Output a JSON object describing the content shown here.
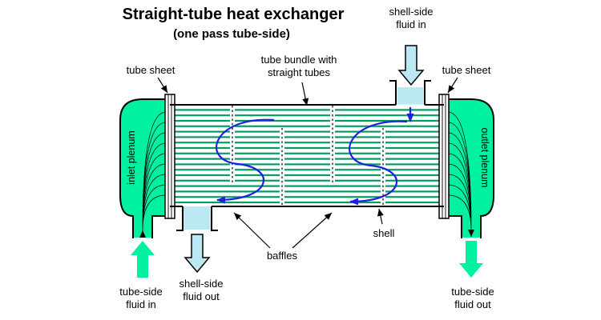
{
  "title": {
    "main": "Straight-tube heat exchanger",
    "sub": "(one pass tube-side)"
  },
  "labels": {
    "shell_side_in": {
      "line1": "shell-side",
      "line2": "fluid in"
    },
    "tube_sheet_left": "tube sheet",
    "tube_sheet_right": "tube sheet",
    "tube_bundle": {
      "line1": "tube bundle with",
      "line2": "straight tubes"
    },
    "shell": "shell",
    "baffles": "baffles",
    "shell_side_out": {
      "line1": "shell-side",
      "line2": "fluid out"
    },
    "tube_side_in": {
      "line1": "tube-side",
      "line2": "fluid in"
    },
    "tube_side_out": {
      "line1": "tube-side",
      "line2": "fluid out"
    },
    "inlet_plenum": "inlet plenum",
    "outlet_plenum": "outlet plenum"
  },
  "colors": {
    "plenum_green": "#00F0A2",
    "tube_green": "#009A60",
    "fluid_cyan": "#BCE8F4",
    "flow_blue": "#1F1FE0"
  }
}
